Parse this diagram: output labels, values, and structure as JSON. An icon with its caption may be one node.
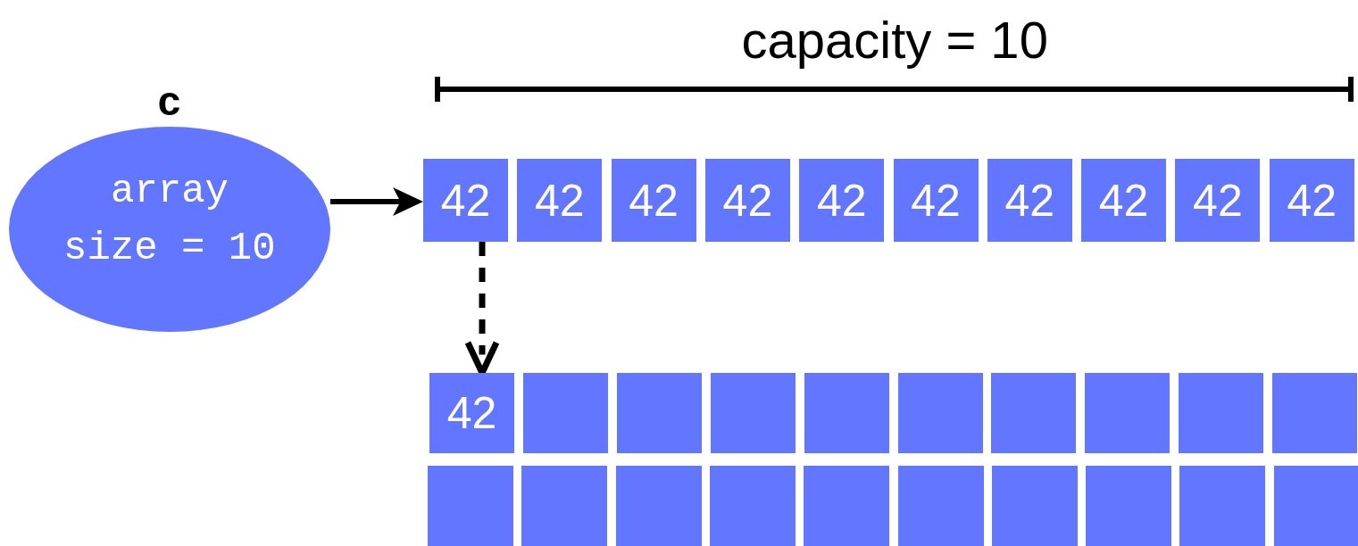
{
  "diagram": {
    "nodes": [
      {
        "text": [
          "c",
          "array",
          "size = 10"
        ]
      },
      {
        "text": [
          "42"
        ]
      },
      {
        "text": [
          "42"
        ]
      },
      {
        "text": [
          "42"
        ]
      },
      {
        "text": [
          "42"
        ]
      },
      {
        "text": [
          "42"
        ]
      },
      {
        "text": [
          "42"
        ]
      },
      {
        "text": [
          "42"
        ]
      },
      {
        "text": [
          "42"
        ]
      },
      {
        "text": [
          "42"
        ]
      },
      {
        "text": [
          "42"
        ]
      },
      {
        "text": [
          "42"
        ]
      },
      {
        "text": [],
        "shape": "box"
      },
      {
        "text": [],
        "shape": "box"
      },
      {
        "text": [],
        "shape": "box"
      },
      {
        "text": [],
        "shape": "box"
      },
      {
        "text": [],
        "shape": "box"
      },
      {
        "text": [],
        "shape": "box"
      },
      {
        "text": [],
        "shape": "box"
      },
      {
        "text": [],
        "shape": "box"
      },
      {
        "text": [],
        "shape": "box"
      },
      {
        "text": [],
        "shape": "box"
      },
      {
        "text": [],
        "shape": "box"
      },
      {
        "text": [],
        "shape": "box"
      },
      {
        "text": [],
        "shape": "box"
      },
      {
        "text": [],
        "shape": "box"
      },
      {
        "text": [],
        "shape": "box"
      },
      {
        "text": [],
        "shape": "box"
      },
      {
        "text": [],
        "shape": "box"
      },
      {
        "text": [],
        "shape": "box"
      },
      {
        "text": [],
        "shape": "box"
      }
    ],
    "edges": [
      {
        "from": 0,
        "to": 1,
        "arrow": "to"
      },
      {
        "from": 1,
        "to": 11,
        "arrow": "to",
        "style": "dashed"
      }
    ],
    "labels": [
      "capacity = 10"
    ]
  }
}
